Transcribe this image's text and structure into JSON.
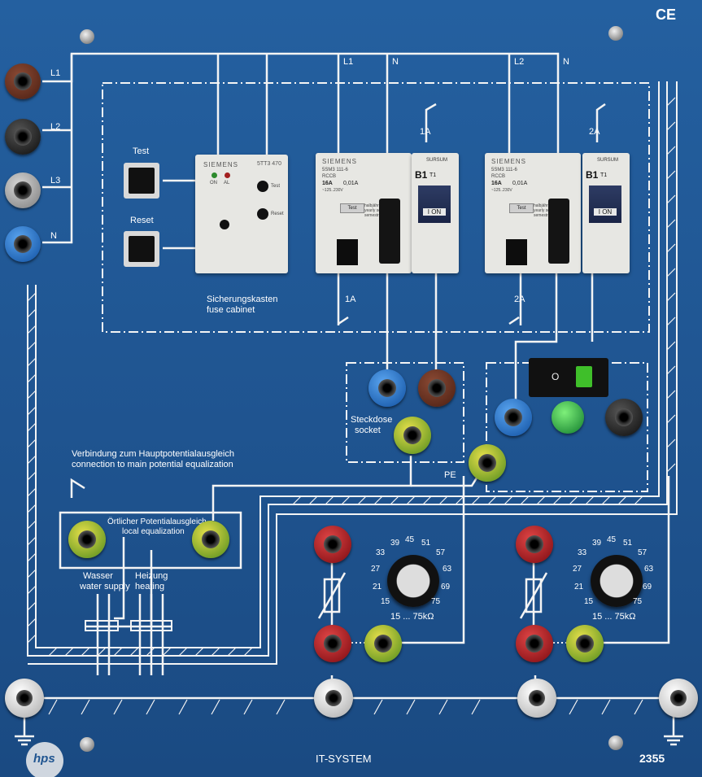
{
  "marks": {
    "ce": "CE",
    "logo": "hps",
    "model": "2355"
  },
  "title": "IT-SYSTEM",
  "phases": [
    "L1",
    "L2",
    "L3",
    "N"
  ],
  "buttons": {
    "test": "Test",
    "reset": "Reset"
  },
  "monitor": {
    "brand": "SIEMENS",
    "model": "5TT3 470",
    "on": "ON",
    "al": "AL",
    "test": "Test",
    "reset": "Reset"
  },
  "fuse_cabinet": {
    "de": "Sicherungskasten",
    "en": "fuse cabinet"
  },
  "rccb": [
    {
      "brand": "SIEMENS",
      "model": "5SM3 111-6",
      "type": "RCCB",
      "rating": "16A",
      "idn": "0,01A",
      "voltage": "~125..230V",
      "test_label": "Test",
      "note": "halbjährlich half-yearly semestriel semestral",
      "in_phase": "L1",
      "in_neutral": "N",
      "trip_top": "1A",
      "trip_bottom": "1A"
    },
    {
      "brand": "SIEMENS",
      "model": "5SM3 111-6",
      "type": "RCCB",
      "rating": "16A",
      "idn": "0,01A",
      "voltage": "~125..230V",
      "test_label": "Test",
      "note": "halbjährlich half-yearly semestriel semestral",
      "in_phase": "L2",
      "in_neutral": "N",
      "trip_top": "2A",
      "trip_bottom": "2A"
    }
  ],
  "mcb": [
    {
      "brand": "SURSUM",
      "label": "B1",
      "sub": "T1",
      "state": "I ON"
    },
    {
      "brand": "SURSUM",
      "label": "B1",
      "sub": "T1",
      "state": "I ON"
    }
  ],
  "socket": {
    "de": "Steckdose",
    "en": "socket"
  },
  "pe": "PE",
  "main_equal": {
    "de": "Verbindung zum Hauptpotentialausgleich",
    "en": "connection to main potential equalization"
  },
  "local_equal": {
    "de": "Örtlicher Potentialausgleich",
    "en": "local equalization"
  },
  "water": {
    "de": "Wasser",
    "en": "water supply"
  },
  "heating": {
    "de": "Heizung",
    "en": "heating"
  },
  "potentiometers": [
    {
      "scale": [
        "15",
        "21",
        "27",
        "33",
        "39",
        "45",
        "51",
        "57",
        "63",
        "69",
        "75"
      ],
      "range": "15 ... 75kΩ"
    },
    {
      "scale": [
        "15",
        "21",
        "27",
        "33",
        "39",
        "45",
        "51",
        "57",
        "63",
        "69",
        "75"
      ],
      "range": "15 ... 75kΩ"
    }
  ],
  "switch": {
    "off": "O",
    "on": "I"
  },
  "colors": {
    "panel": "#1f5490",
    "line": "#ffffff",
    "brown": "#5a2a1c",
    "red": "#b3121c",
    "blue": "#1e6fc9",
    "green_yellow": "#7fae2a"
  }
}
